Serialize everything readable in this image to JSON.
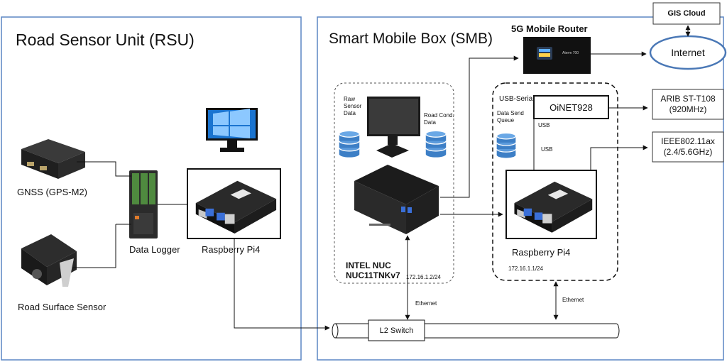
{
  "rsu": {
    "title": "Road Sensor Unit (RSU)",
    "gnss_label": "GNSS (GPS-M2)",
    "data_logger_label": "Data Logger",
    "rpi_label": "Raspberry Pi4",
    "road_sensor_label": "Road Surface Sensor"
  },
  "smb": {
    "title": "Smart Mobile Box (SMB)",
    "router_label": "5G Mobile Router",
    "router_screen_text": "Aterm 700",
    "raw_data_label": "Raw\nSensor\nData",
    "road_cond_label": "Road Cond.\nData",
    "nuc_label": "INTEL NUC\nNUC11TNKv7",
    "nuc_ip": "172.16.1.2/24",
    "usb_serial_label": "USB-Serial",
    "oinet_label": "OiNET928",
    "queue_label": "Data Send\nQueue",
    "usb1_label": "USB",
    "usb2_label": "USB",
    "rpi_label": "Raspberry Pi4",
    "rpi_ip": "172.16.1.1/24",
    "ethernet1_label": "Ethernet",
    "ethernet2_label": "Ethernet",
    "switch_label": "L2 Switch"
  },
  "cloud": {
    "gis_label": "GIS Cloud",
    "internet_label": "Internet",
    "arib_label": "ARIB ST-T108\n(920MHz)",
    "ieee_label": "IEEE802.11ax\n(2.4/5.6GHz)"
  },
  "colors": {
    "frame": "#5b86c4",
    "ellipse": "#4a78b6",
    "db": "#3d7fc6",
    "device": "#1a1a1a"
  },
  "icons": [
    "database-icon",
    "monitor-icon",
    "router-icon",
    "nuc-icon",
    "raspberry-pi-icon",
    "gnss-icon",
    "data-logger-icon",
    "road-sensor-icon"
  ]
}
